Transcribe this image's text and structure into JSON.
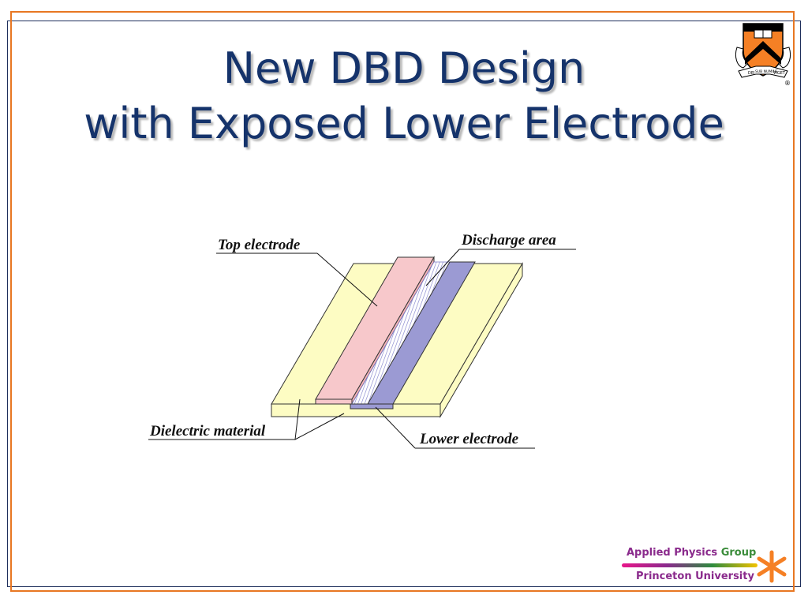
{
  "slide": {
    "title_line1": "New DBD Design",
    "title_line2": "with Exposed Lower Electrode"
  },
  "diagram": {
    "labels": {
      "top_electrode": "Top electrode",
      "discharge_area": "Discharge area",
      "dielectric_material": "Dielectric material",
      "lower_electrode": "Lower electrode"
    },
    "colors": {
      "dielectric": "#fdfcc3",
      "top_electrode": "#f7c8cb",
      "lower_electrode": "#9b9ad3",
      "discharge": "#c7c7ef"
    }
  },
  "logo": {
    "motto_left": "DEI",
    "motto_center": "SUB NUMINE",
    "motto_right": "VIGET",
    "registered": "®"
  },
  "footer": {
    "group_word1": "Applied",
    "group_word2": "Physics",
    "group_word3": "Group",
    "university": "Princeton University"
  }
}
